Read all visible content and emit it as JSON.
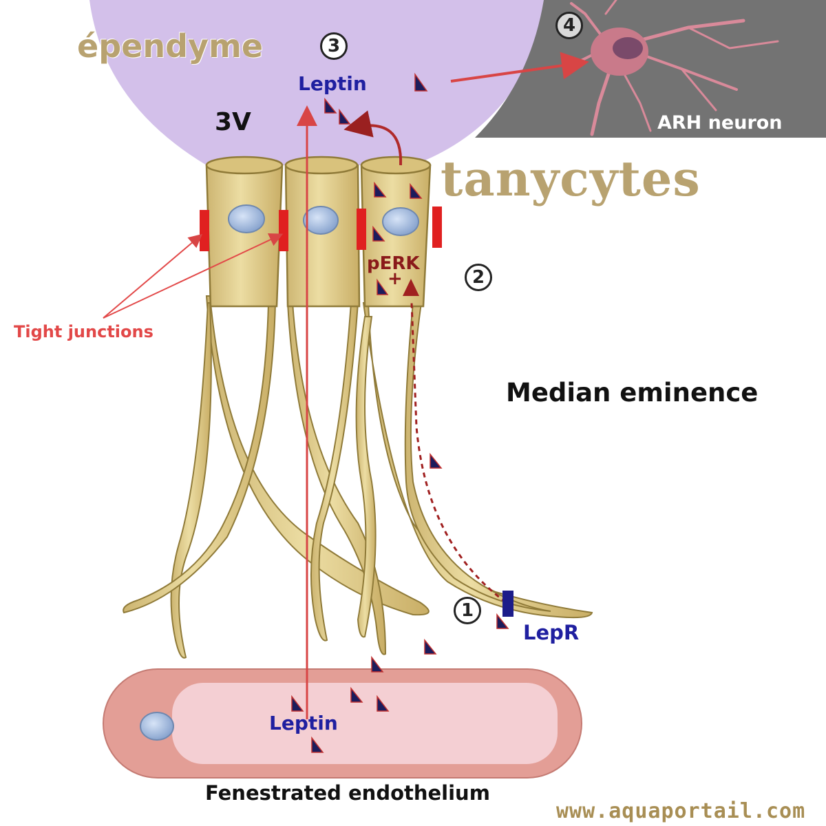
{
  "labels": {
    "ependyme": "épendyme",
    "third_ventricle": "3V",
    "leptin_top": "Leptin",
    "leptin_bottom": "Leptin",
    "tanycytes": "tanycytes",
    "arh_neuron": "ARH neuron",
    "perk": "pERK",
    "tight_junctions": "Tight junctions",
    "median_eminence": "Median eminence",
    "lepr": "LepR",
    "fenestrated_endothelium": "Fenestrated endothelium",
    "website": "www.aquaportail.com"
  },
  "steps": [
    "1",
    "2",
    "3",
    "4"
  ],
  "colors": {
    "ventricle": "#d3c0ea",
    "tanycyte": "#e2cd86",
    "tanycyte_outline": "#8f7a38",
    "tight_junction": "#e02020",
    "arrow": "#d84545",
    "vessel": "#eaa69e",
    "leptin_marker": "#1c1c5c",
    "neuron_panel": "#737373"
  },
  "icons": [
    "leptin-triangle-icon",
    "nucleus-icon",
    "neuron-icon",
    "lepr-receptor-icon"
  ]
}
